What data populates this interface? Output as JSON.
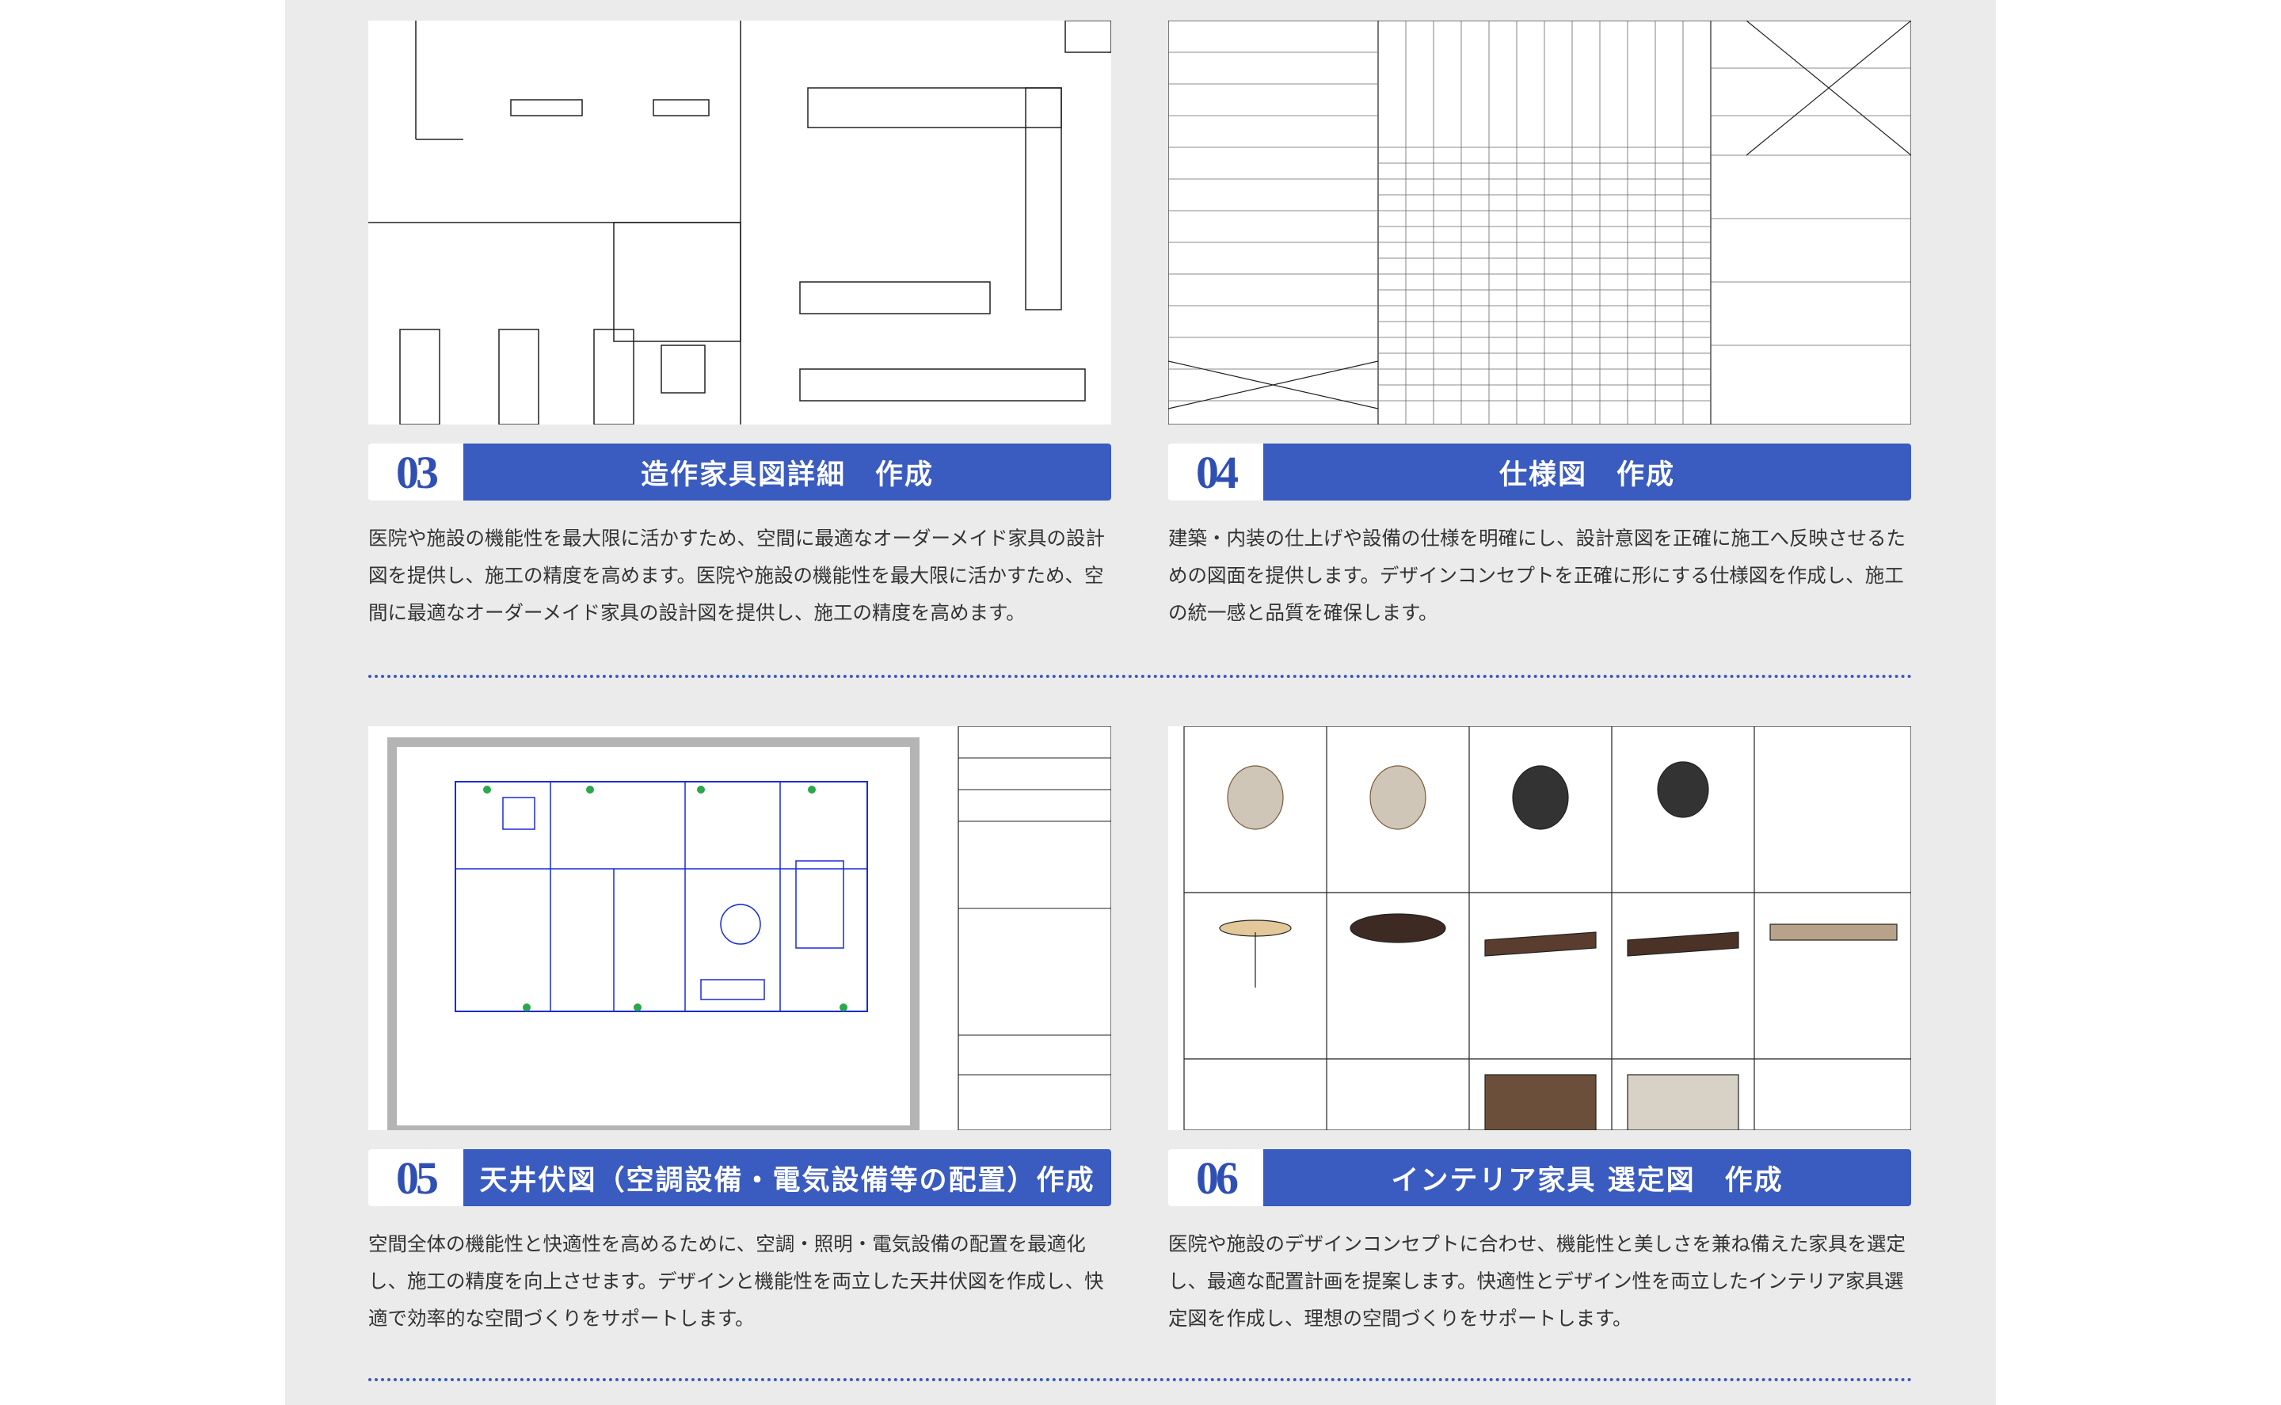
{
  "colors": {
    "accent": "#3a5bbf",
    "panel_bg": "#ebebeb",
    "text": "#333333"
  },
  "services": [
    {
      "number": "03",
      "title": "造作家具図詳細　作成",
      "image": "furniture-detail-drawing",
      "description": "医院や施設の機能性を最大限に活かすため、空間に最適なオーダーメイド家具の設計図を提供し、施工の精度を高めます。医院や施設の機能性を最大限に活かすため、空間に最適なオーダーメイド家具の設計図を提供し、施工の精度を高めます。"
    },
    {
      "number": "04",
      "title": "仕様図　作成",
      "image": "specification-sheet",
      "description": "建築・内装の仕上げや設備の仕様を明確にし、設計意図を正確に施工へ反映させるための図面を提供します。デザインコンセプトを正確に形にする仕様図を作成し、施工の統一感と品質を確保します。"
    },
    {
      "number": "05",
      "title": "天井伏図（空調設備・電気設備等の配置）作成",
      "image": "ceiling-plan-drawing",
      "description": "空間全体の機能性と快適性を高めるために、空調・照明・電気設備の配置を最適化し、施工の精度を向上させます。デザインと機能性を両立した天井伏図を作成し、快適で効率的な空間づくりをサポートします。"
    },
    {
      "number": "06",
      "title": "インテリア家具 選定図　作成",
      "image": "furniture-selection-sheet",
      "description": "医院や施設のデザインコンセプトに合わせ、機能性と美しさを兼ね備えた家具を選定し、最適な配置計画を提案します。快適性とデザイン性を両立したインテリア家具選定図を作成し、理想の空間づくりをサポートします。"
    }
  ]
}
